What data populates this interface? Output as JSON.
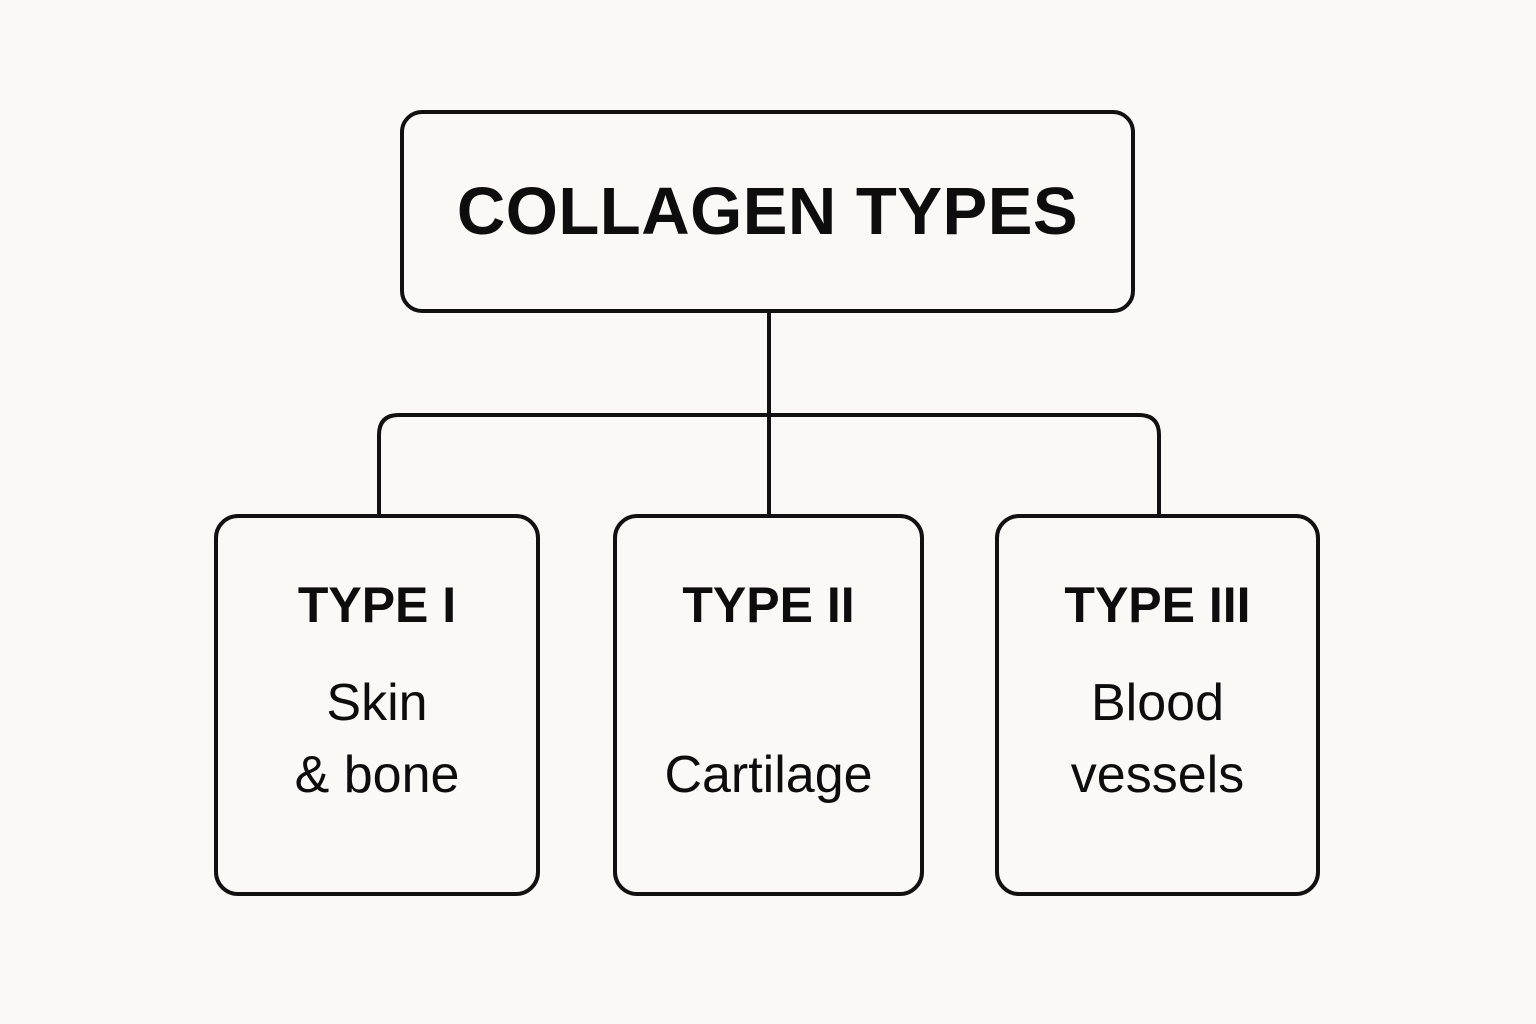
{
  "diagram": {
    "type": "hierarchy-tree",
    "background_color": "#faf9f5",
    "line_color": "#111111",
    "text_color": "#0d0d0d",
    "root": {
      "title": "COLLAGEN TYPES"
    },
    "children": [
      {
        "title": "TYPE I",
        "body_lines": [
          "Skin",
          "& bone"
        ],
        "body_single_line": false
      },
      {
        "title": "TYPE II",
        "body_lines": [
          "Cartilage"
        ],
        "body_single_line": true
      },
      {
        "title": "TYPE III",
        "body_lines": [
          "Blood",
          "vessels"
        ],
        "body_single_line": false
      }
    ]
  }
}
